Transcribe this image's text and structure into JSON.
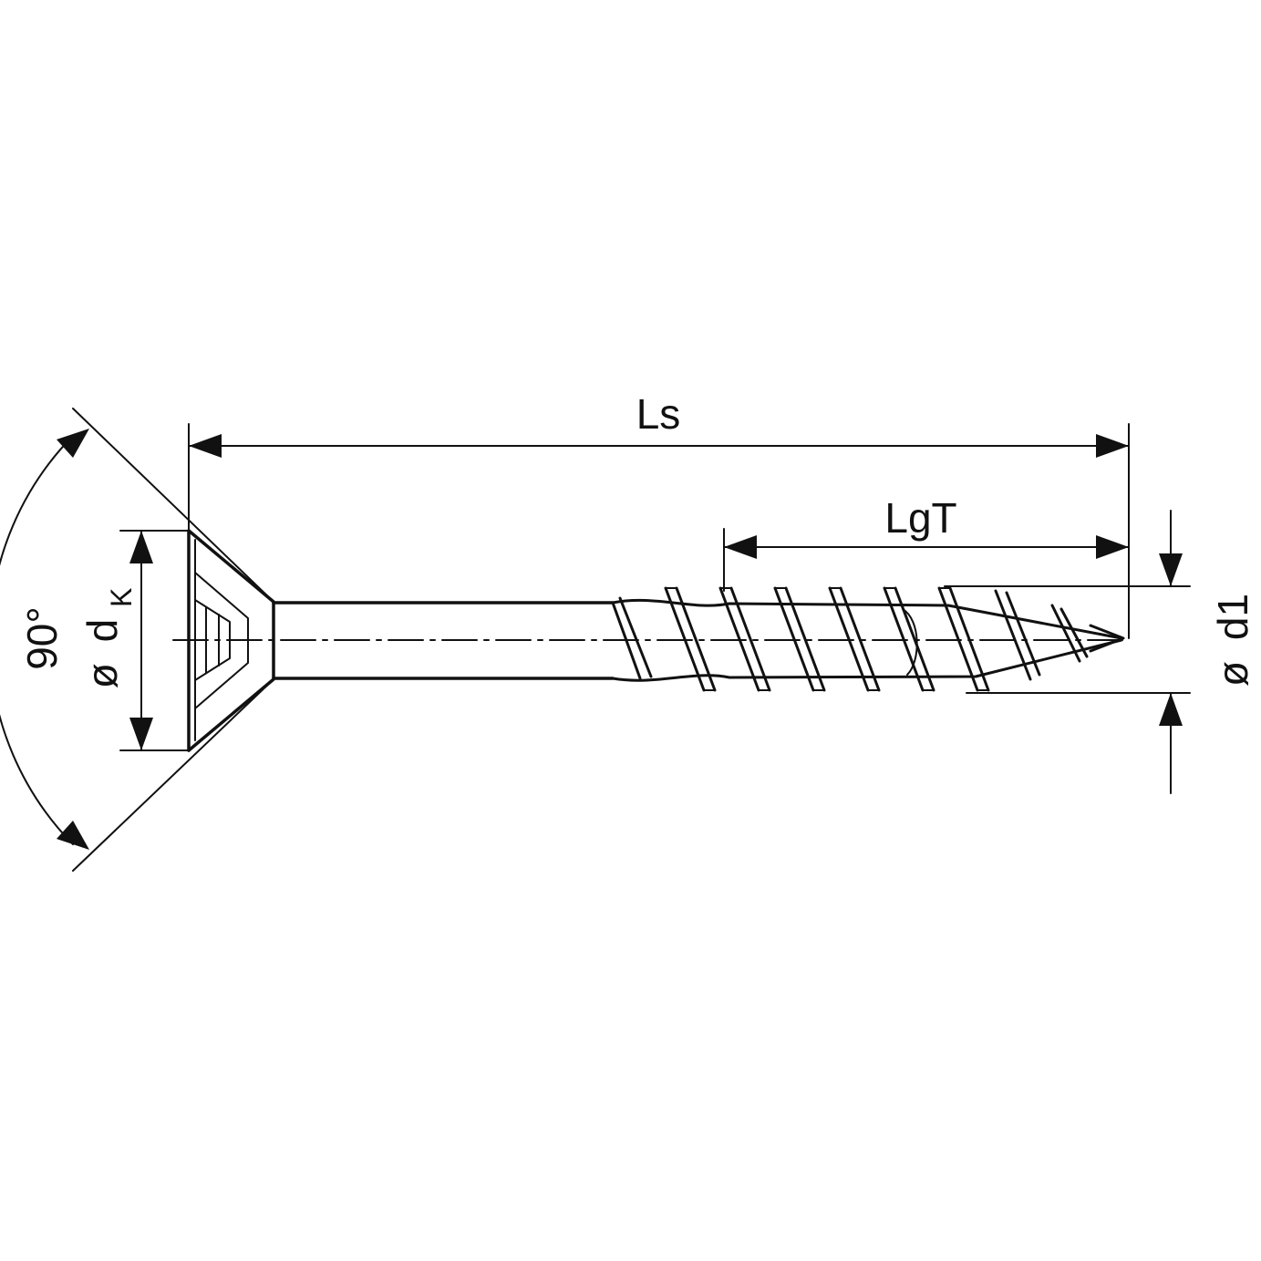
{
  "diagram": {
    "labels": {
      "total_length": "Ls",
      "thread_length": "LgT",
      "thread_diameter_symbol": "ø",
      "thread_diameter_name": "d1",
      "head_diameter_symbol": "ø",
      "head_diameter_name": "d",
      "head_diameter_subscript": "K",
      "head_angle": "90°"
    },
    "colors": {
      "line": "#111111",
      "background": "#ffffff"
    }
  }
}
